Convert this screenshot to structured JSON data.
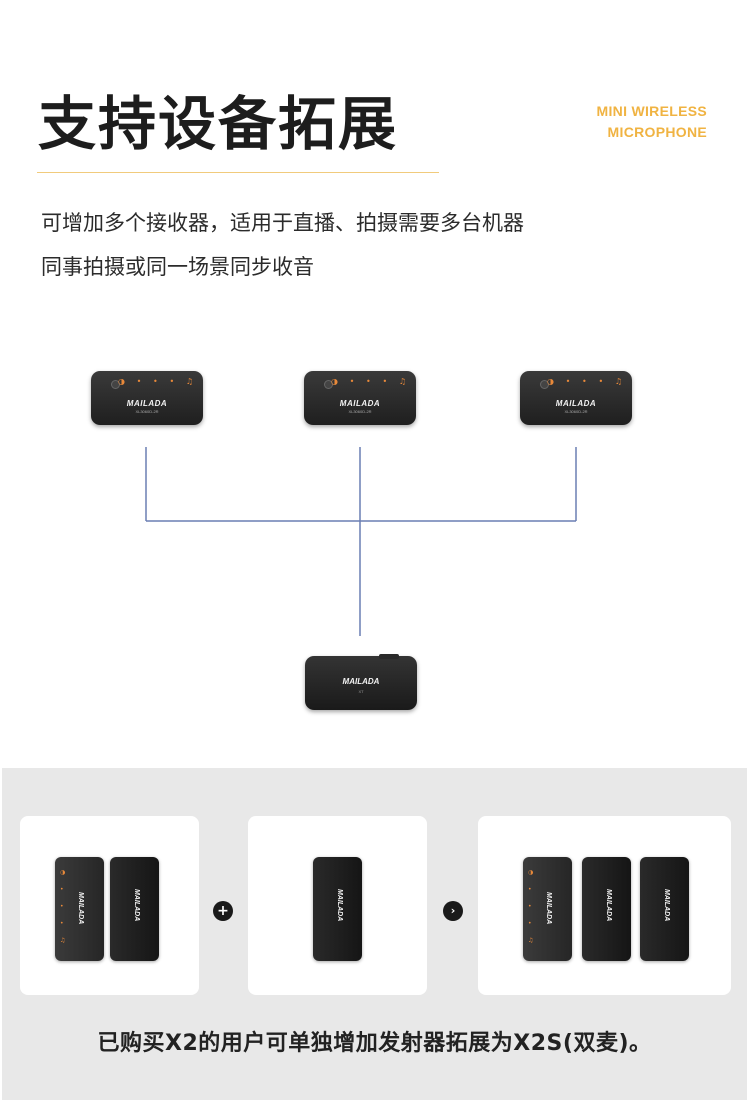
{
  "header": {
    "title": "支持设备拓展",
    "brand_line1": "MINI WIRELESS",
    "brand_line2": "MICROPHONE",
    "accent_color": "#f0b342"
  },
  "description": {
    "line1": "可增加多个接收器，适用于直播、拍摄需要多台机器",
    "line2": "同事拍摄或同一场景同步收音"
  },
  "diagram": {
    "receivers": [
      {
        "logo": "MAILADA",
        "model": "XL3060D-2R"
      },
      {
        "logo": "MAILADA",
        "model": "XL3060D-2R"
      },
      {
        "logo": "MAILADA",
        "model": "XL3060D-2R"
      }
    ],
    "transmitter": {
      "logo": "MAILADA",
      "model": "XT"
    },
    "line_color": "#6a7fb3"
  },
  "bundle": {
    "card1": {
      "receiver_logo": "MAILADA",
      "transmitter_logo": "MAILADA"
    },
    "plus_symbol": "+",
    "card2": {
      "transmitter_logo": "MAILADA"
    },
    "arrow_symbol": "›",
    "card3": {
      "receiver_logo": "MAILADA",
      "transmitter1_logo": "MAILADA",
      "transmitter2_logo": "MAILADA"
    },
    "caption": "已购买X2的用户可单独增加发射器拓展为X2S(双麦)。"
  }
}
